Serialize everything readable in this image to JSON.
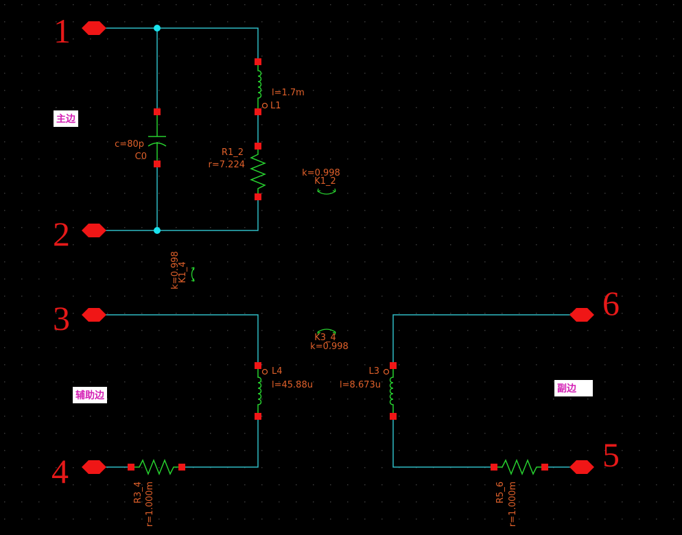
{
  "colors": {
    "background": "#000000",
    "wire": "#2fbcc6",
    "port": "#f01616",
    "pin": "#f01616",
    "component": "#27d12f",
    "label": "#e0602a",
    "junction": "#19e3ee",
    "note_text": "#d41fb4",
    "grid_dot": "#3a3a3a"
  },
  "ports": [
    "1",
    "2",
    "3",
    "4",
    "5",
    "6"
  ],
  "notes": {
    "primary": "主边",
    "auxiliary": "辅助边",
    "secondary": "副边"
  },
  "components": {
    "L1": {
      "name": "L1",
      "value": "l=1.7m"
    },
    "C0": {
      "name": "C0",
      "value": "c=80p"
    },
    "R1_2": {
      "name": "R1_2",
      "value": "r=7.224"
    },
    "L4": {
      "name": "L4",
      "value": "l=45.88u"
    },
    "L3": {
      "name": "L3",
      "value": "l=8.673u"
    },
    "R3_4": {
      "name": "R3_4",
      "value": "r=1.000m"
    },
    "R5_6": {
      "name": "R5_6",
      "value": "r=1.000m"
    }
  },
  "couplings": {
    "K1_2": {
      "name": "K1_2",
      "value": "k=0.998"
    },
    "K1_4": {
      "name": "K1_4",
      "value": "k=0.998"
    },
    "K3_4": {
      "name": "K3_4",
      "value": "k=0.998"
    }
  }
}
